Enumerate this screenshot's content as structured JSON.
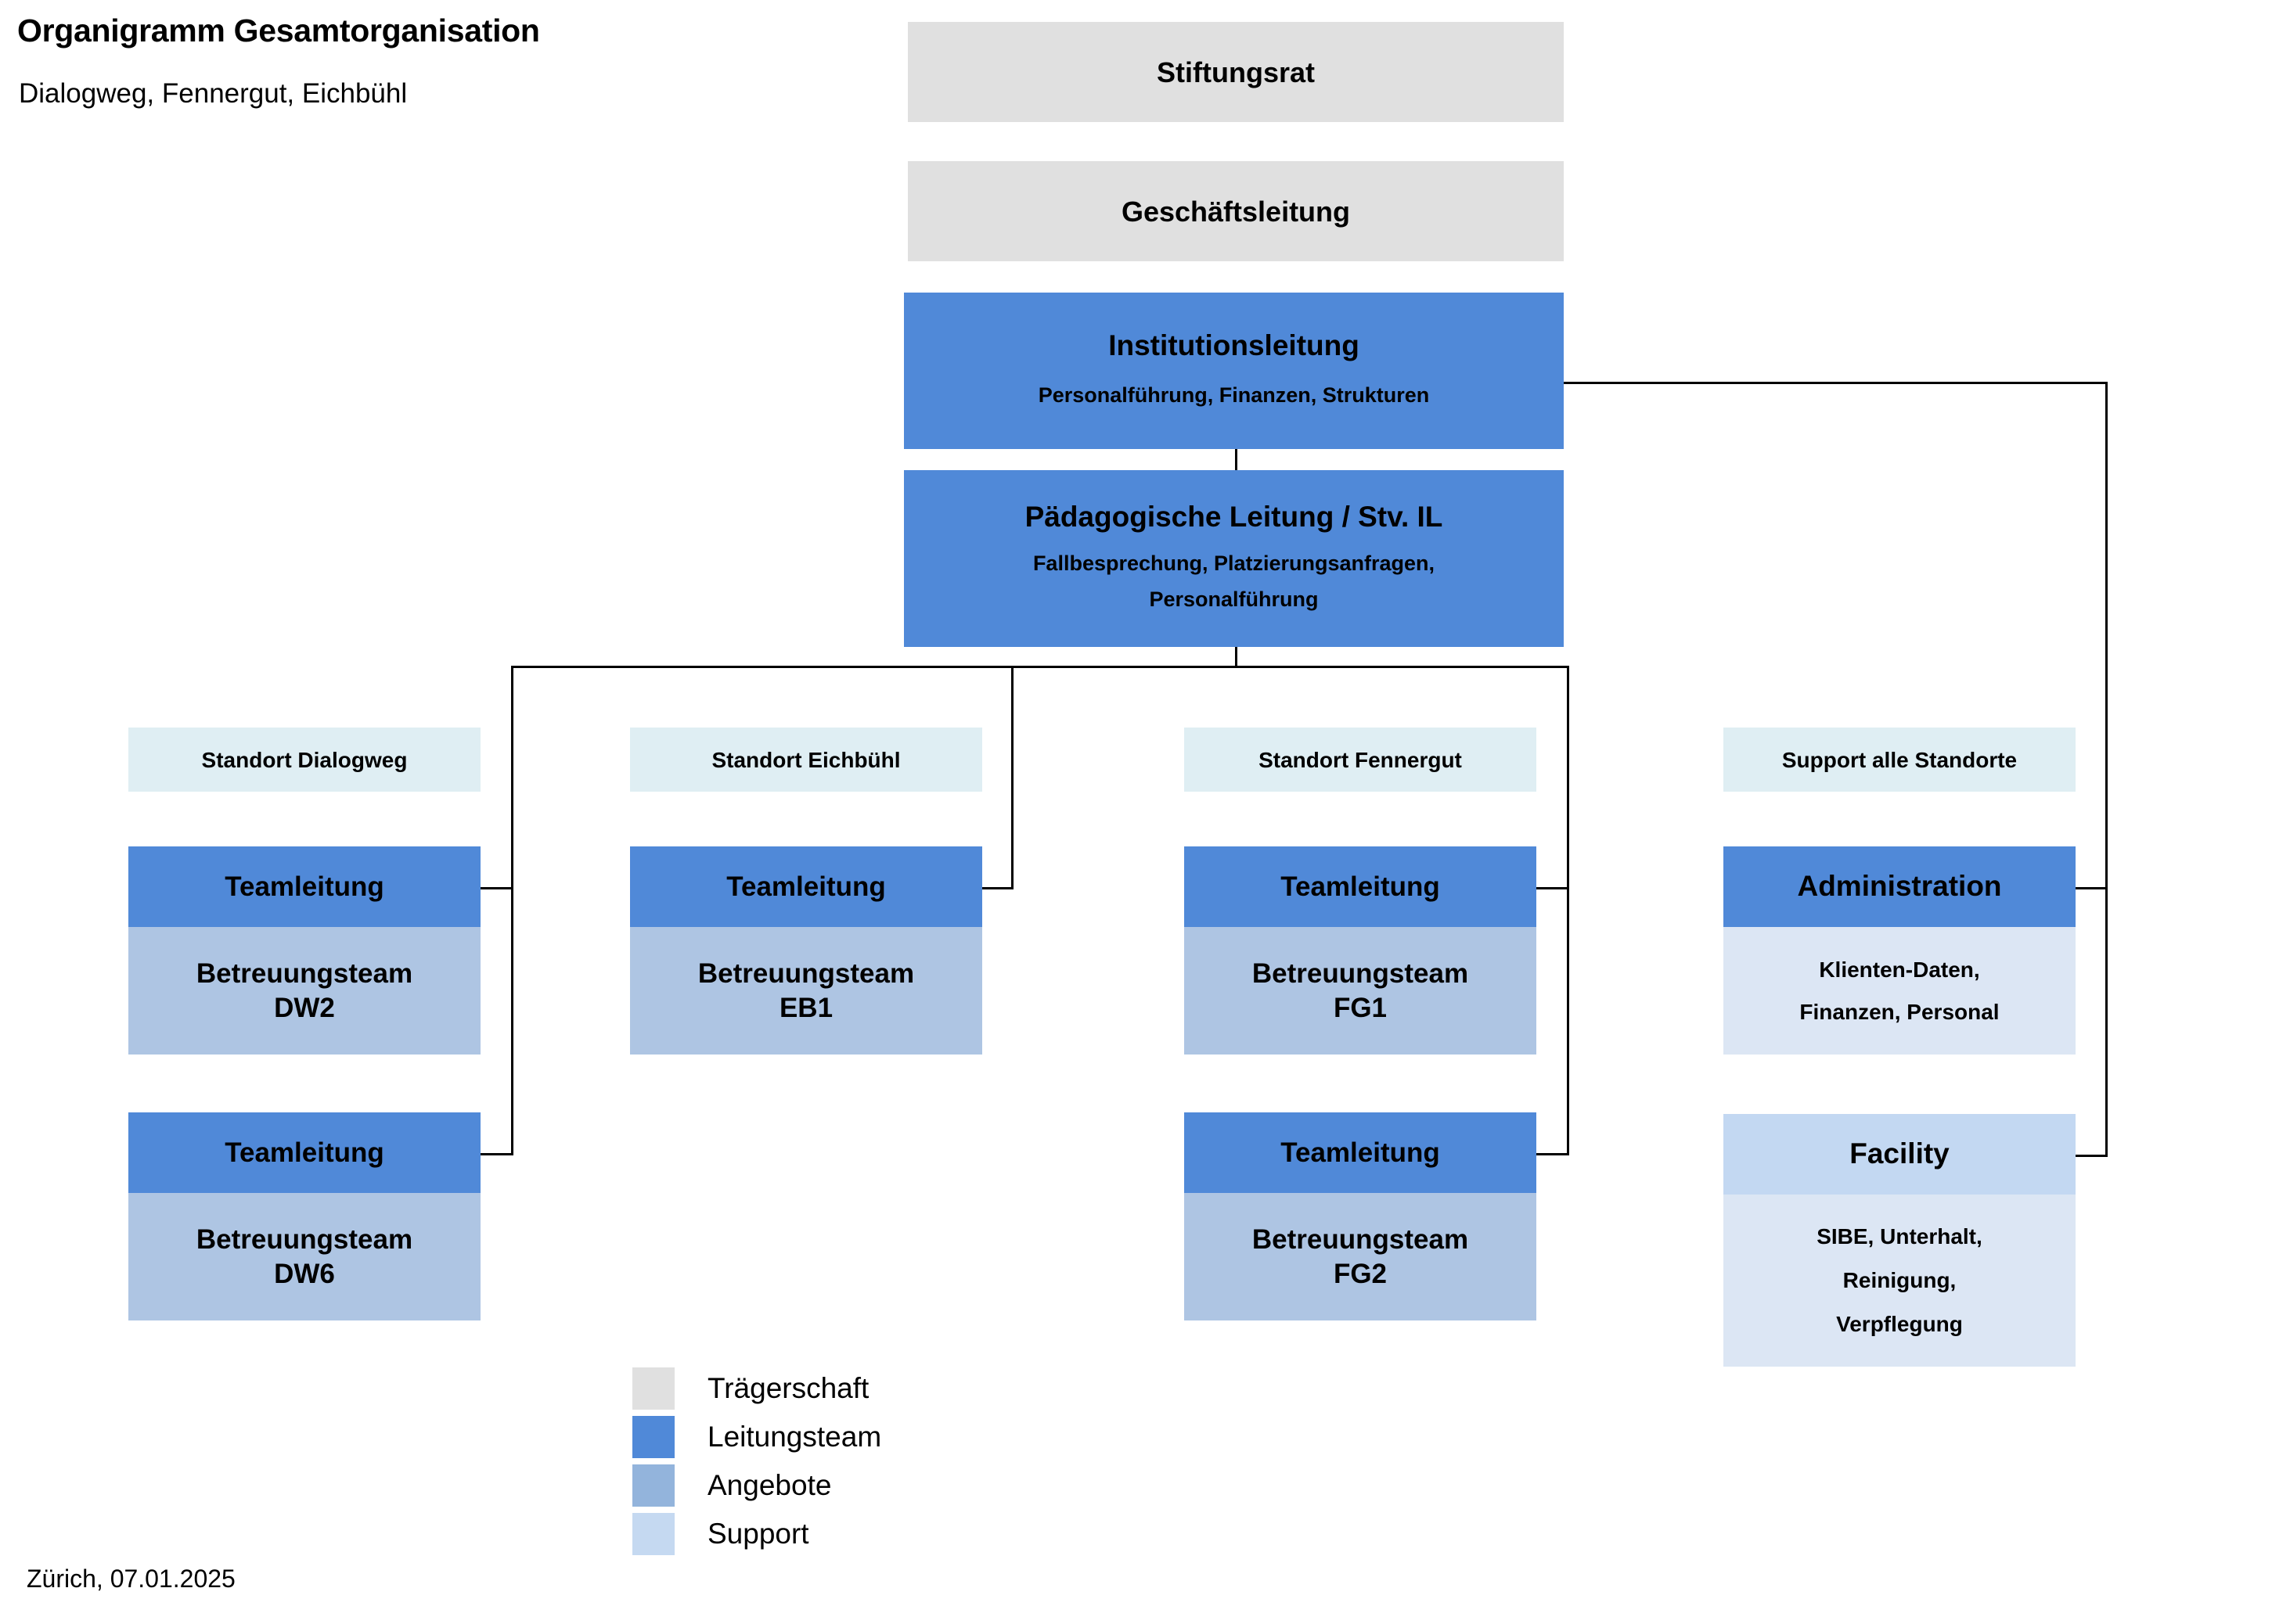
{
  "header": {
    "title": "Organigramm Gesamtorganisation",
    "subtitle": "Dialogweg, Fennergut, Eichbühl"
  },
  "footer": {
    "place_date": "Zürich, 07.01.2025"
  },
  "colors": {
    "traegerschaft": "#e0e0e0",
    "leitungsteam": "#5089d8",
    "angebote": "#aec5e3",
    "support": "#c5d9f1",
    "standort_header": "#dfeef3",
    "connector": "#000000"
  },
  "chart_data": {
    "type": "diagram",
    "title": "Organigramm Gesamtorganisation",
    "nodes": [
      {
        "id": "stiftungsrat",
        "label": "Stiftungsrat",
        "category": "Trägerschaft",
        "level": 0
      },
      {
        "id": "geschaeftsleitung",
        "label": "Geschäftsleitung",
        "category": "Trägerschaft",
        "level": 1
      },
      {
        "id": "institutionsleitung",
        "label": "Institutionsleitung",
        "subtitle": "Personalführung, Finanzen, Strukturen",
        "category": "Leitungsteam",
        "level": 2
      },
      {
        "id": "paedagogische_leitung",
        "label": "Pädagogische Leitung / Stv. IL",
        "subtitle_line1": "Fallbesprechung, Platzierungsanfragen,",
        "subtitle_line2": "Personalführung",
        "category": "Leitungsteam",
        "level": 3
      },
      {
        "id": "standort_dialogweg",
        "label": "Standort Dialogweg",
        "category": "Standort",
        "level": 4
      },
      {
        "id": "standort_eichbuehl",
        "label": "Standort Eichbühl",
        "category": "Standort",
        "level": 4
      },
      {
        "id": "standort_fennergut",
        "label": "Standort Fennergut",
        "category": "Standort",
        "level": 4
      },
      {
        "id": "support_alle_standorte",
        "label": "Support alle Standorte",
        "category": "Standort",
        "level": 4
      },
      {
        "id": "tl_dw2",
        "label": "Teamleitung",
        "team": "Betreuungsteam DW2",
        "category": "Leitungsteam",
        "level": 5
      },
      {
        "id": "tl_dw6",
        "label": "Teamleitung",
        "team": "Betreuungsteam DW6",
        "category": "Leitungsteam",
        "level": 5
      },
      {
        "id": "tl_eb1",
        "label": "Teamleitung",
        "team": "Betreuungsteam EB1",
        "category": "Leitungsteam",
        "level": 5
      },
      {
        "id": "tl_fg1",
        "label": "Teamleitung",
        "team": "Betreuungsteam FG1",
        "category": "Leitungsteam",
        "level": 5
      },
      {
        "id": "tl_fg2",
        "label": "Teamleitung",
        "team": "Betreuungsteam FG2",
        "category": "Leitungsteam",
        "level": 5
      },
      {
        "id": "administration",
        "label": "Administration",
        "detail": "Klienten-Daten, Finanzen, Personal",
        "category": "Support",
        "level": 5
      },
      {
        "id": "facility",
        "label": "Facility",
        "detail": "SIBE, Unterhalt, Reinigung, Verpflegung",
        "category": "Support",
        "level": 5
      }
    ],
    "edges": [
      {
        "from": "institutionsleitung",
        "to": "paedagogische_leitung"
      },
      {
        "from": "paedagogische_leitung",
        "to": "tl_dw2"
      },
      {
        "from": "paedagogische_leitung",
        "to": "tl_dw6"
      },
      {
        "from": "paedagogische_leitung",
        "to": "tl_eb1"
      },
      {
        "from": "paedagogische_leitung",
        "to": "tl_fg1"
      },
      {
        "from": "paedagogische_leitung",
        "to": "tl_fg2"
      },
      {
        "from": "institutionsleitung",
        "to": "administration"
      },
      {
        "from": "institutionsleitung",
        "to": "facility"
      }
    ]
  },
  "boxes": {
    "stiftungsrat": {
      "title": "Stiftungsrat"
    },
    "geschaeftsleitung": {
      "title": "Geschäftsleitung"
    },
    "institutionsleitung": {
      "title": "Institutionsleitung",
      "sub1": "Personalführung, Finanzen, Strukturen"
    },
    "paedagogische_leitung": {
      "title": "Pädagogische Leitung / Stv. IL",
      "sub1": "Fallbesprechung, Platzierungsanfragen,",
      "sub2": "Personalführung"
    },
    "standort_dialogweg": {
      "title": "Standort Dialogweg"
    },
    "standort_eichbuehl": {
      "title": "Standort Eichbühl"
    },
    "standort_fennergut": {
      "title": "Standort Fennergut"
    },
    "support_alle_standorte": {
      "title": "Support alle Standorte"
    },
    "tl_dw2": {
      "title": "Teamleitung",
      "line1": "Betreuungsteam",
      "line2": "DW2"
    },
    "tl_dw6": {
      "title": "Teamleitung",
      "line1": "Betreuungsteam",
      "line2": "DW6"
    },
    "tl_eb1": {
      "title": "Teamleitung",
      "line1": "Betreuungsteam",
      "line2": "EB1"
    },
    "tl_fg1": {
      "title": "Teamleitung",
      "line1": "Betreuungsteam",
      "line2": "FG1"
    },
    "tl_fg2": {
      "title": "Teamleitung",
      "line1": "Betreuungsteam",
      "line2": "FG2"
    },
    "administration": {
      "title": "Administration",
      "line1": "Klienten-Daten,",
      "line2": "Finanzen, Personal"
    },
    "facility": {
      "title": "Facility",
      "line1": "SIBE, Unterhalt,",
      "line2": "Reinigung,",
      "line3": "Verpflegung"
    }
  },
  "legend": {
    "items": [
      {
        "label": "Trägerschaft",
        "color": "#e0e0e0"
      },
      {
        "label": "Leitungsteam",
        "color": "#5089d8"
      },
      {
        "label": "Angebote",
        "color": "#93b4dc"
      },
      {
        "label": "Support",
        "color": "#c5d9f1"
      }
    ]
  }
}
